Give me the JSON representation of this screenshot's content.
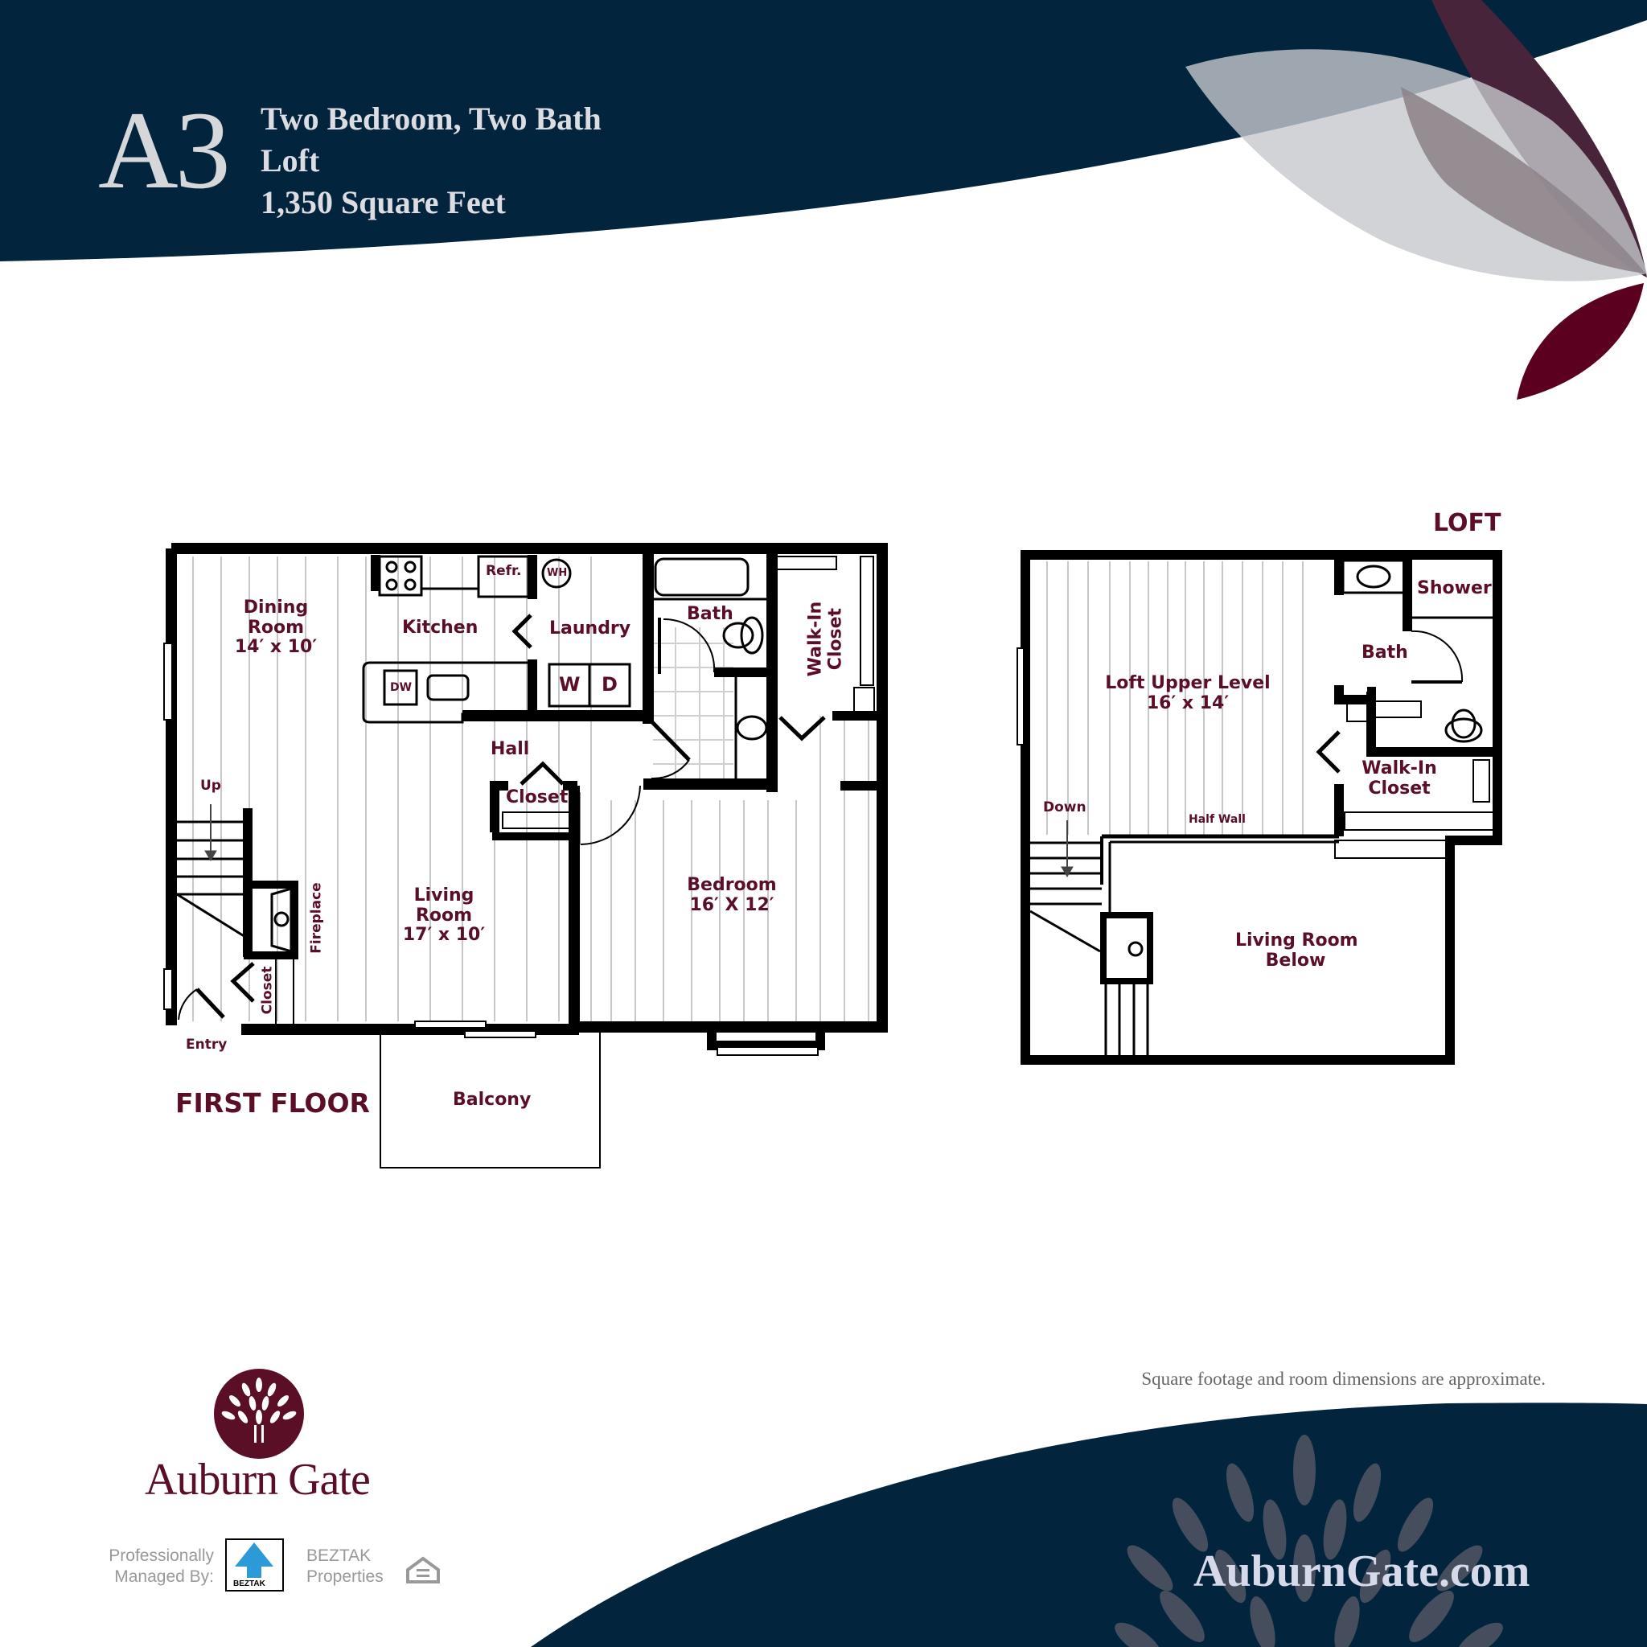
{
  "header": {
    "plan_code": "A3",
    "lines": [
      "Two Bedroom, Two Bath",
      "Loft",
      "1,350 Square Feet"
    ]
  },
  "first_floor": {
    "title": "FIRST FLOOR",
    "rooms": {
      "dining": {
        "name_1": "Dining",
        "name_2": "Room",
        "dims": "14′ x 10′"
      },
      "kitchen": {
        "name": "Kitchen"
      },
      "laundry": {
        "name": "Laundry"
      },
      "bath": {
        "name": "Bath"
      },
      "walkin": {
        "name_1": "Walk-In",
        "name_2": "Closet"
      },
      "hall": {
        "name": "Hall"
      },
      "hall_closet": {
        "name": "Closet"
      },
      "living": {
        "name_1": "Living",
        "name_2": "Room",
        "dims": "17′ x 10′"
      },
      "bedroom": {
        "name": "Bedroom",
        "dims": "16′ X 12′"
      },
      "fireplace": {
        "name": "Fireplace"
      },
      "entry_closet": {
        "name": "Closet"
      },
      "entry": {
        "name": "Entry"
      },
      "balcony": {
        "name": "Balcony"
      }
    },
    "fixtures": {
      "refrigerator": "Refr.",
      "water_heater": "WH",
      "dishwasher": "DW",
      "washer": "W",
      "dryer": "D"
    },
    "stairs_label": "Up"
  },
  "loft": {
    "title": "LOFT",
    "rooms": {
      "upper": {
        "name": "Loft Upper Level",
        "dims": "16′ x 14′"
      },
      "shower": {
        "name": "Shower"
      },
      "bath": {
        "name": "Bath"
      },
      "walkin": {
        "name_1": "Walk-In",
        "name_2": "Closet"
      },
      "half_wall": {
        "name": "Half Wall"
      },
      "living_below": {
        "name_1": "Living Room",
        "name_2": "Below"
      }
    },
    "stairs_label": "Down"
  },
  "footer": {
    "disclaimer": "Square footage and room dimensions are approximate.",
    "brand_name": "Auburn Gate",
    "managed_by_1": "Professionally",
    "managed_by_2": "Managed By:",
    "beztak_badge": "BEZTAK",
    "company_1": "BEZTAK",
    "company_2": "Properties",
    "website": "AuburnGate.com",
    "equal_housing_icon": "equal-housing-icon"
  },
  "colors": {
    "navy": "#02253d",
    "burgundy": "#5a0f26",
    "plum": "#47243a",
    "gray_leaf": "#d1d3d6",
    "beztak_blue": "#2b9ad6"
  }
}
